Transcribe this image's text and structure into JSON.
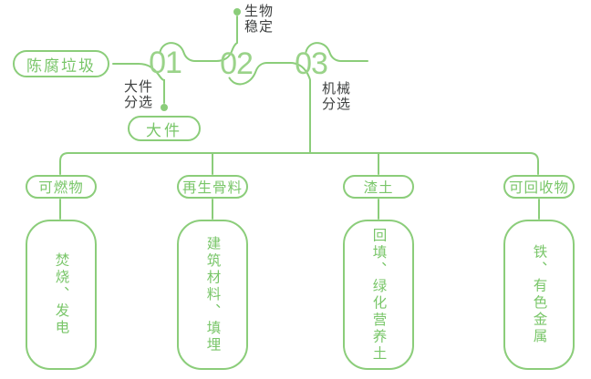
{
  "colors": {
    "line_green": "#8bcd7a",
    "text_green": "#79c669",
    "number_green": "#9ad389",
    "label_dark": "#3e4040"
  },
  "flow": {
    "source": {
      "label": "陈腐垃圾"
    },
    "stations": [
      {
        "number": "01",
        "process": "大件\n分选",
        "output": "大件"
      },
      {
        "number": "02",
        "process": "生物\n稳定"
      },
      {
        "number": "03",
        "process": "机械\n分选"
      }
    ]
  },
  "categories": [
    {
      "name": "可燃物",
      "detail": "焚烧、发电"
    },
    {
      "name": "再生骨料",
      "detail": "建筑材料、填埋"
    },
    {
      "name": "渣土",
      "detail": "回填、绿化营养土"
    },
    {
      "name": "可回收物",
      "detail": "铁、有色金属"
    }
  ]
}
